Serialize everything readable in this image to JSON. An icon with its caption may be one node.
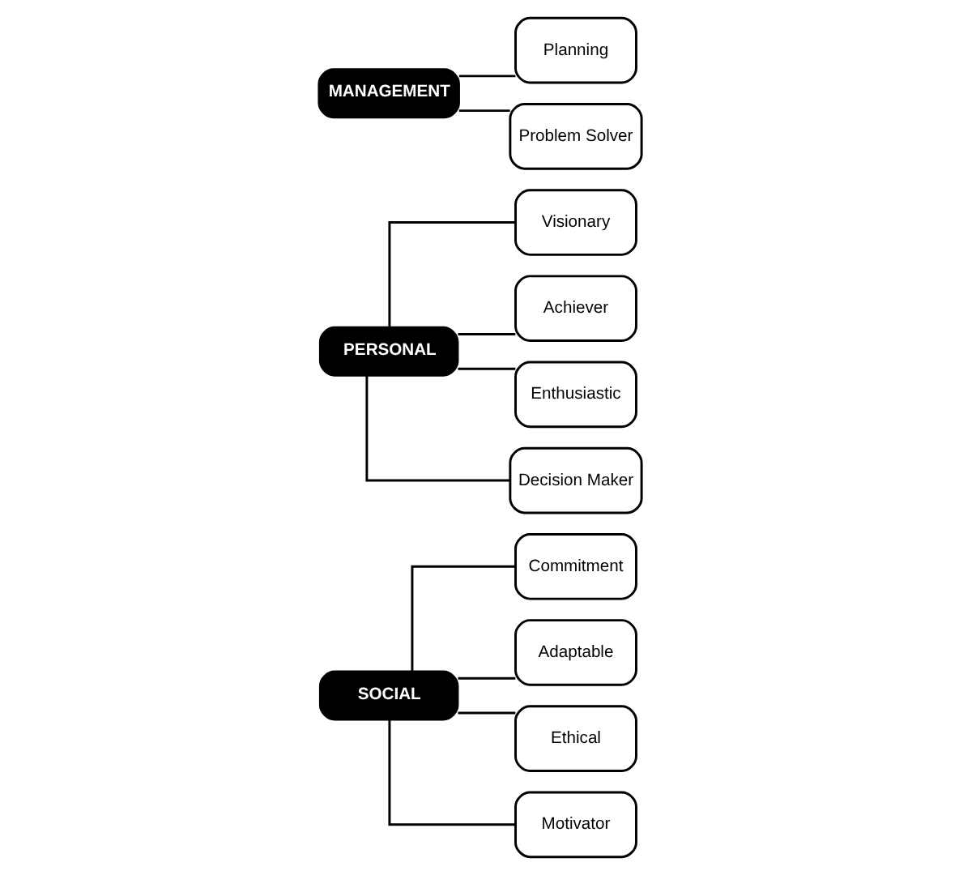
{
  "diagram": {
    "nodes": [
      {
        "text": [
          "SOCIAL"
        ]
      },
      {
        "text": [
          "Commitment"
        ]
      },
      {
        "text": [
          "Adaptable"
        ]
      },
      {
        "text": [
          "Ethical"
        ]
      },
      {
        "text": [
          "Motivator"
        ]
      },
      {
        "text": [
          "PERSONAL"
        ]
      },
      {
        "text": [
          "Visionary"
        ]
      },
      {
        "text": [
          "Achiever"
        ]
      },
      {
        "text": [
          "Enthusiastic"
        ]
      },
      {
        "text": [
          "Decision Maker"
        ]
      },
      {
        "text": [
          "MANAGEMENT"
        ]
      },
      {
        "text": [
          "Planning"
        ]
      },
      {
        "text": [
          "Problem Solver"
        ]
      }
    ],
    "edges": [
      {
        "from": 0,
        "to": 1,
        "arrow": "none"
      },
      {
        "from": 0,
        "to": 2,
        "arrow": "none"
      },
      {
        "from": 0,
        "to": 3,
        "arrow": "none"
      },
      {
        "from": 0,
        "to": 4,
        "arrow": "none"
      },
      {
        "from": 5,
        "to": 6,
        "arrow": "none"
      },
      {
        "from": 5,
        "to": 7,
        "arrow": "none"
      },
      {
        "from": 5,
        "to": 8,
        "arrow": "none"
      },
      {
        "from": 5,
        "to": 9,
        "arrow": "none"
      },
      {
        "from": 10,
        "to": 11,
        "arrow": "none"
      },
      {
        "from": 10,
        "to": 12,
        "arrow": "none"
      }
    ]
  }
}
